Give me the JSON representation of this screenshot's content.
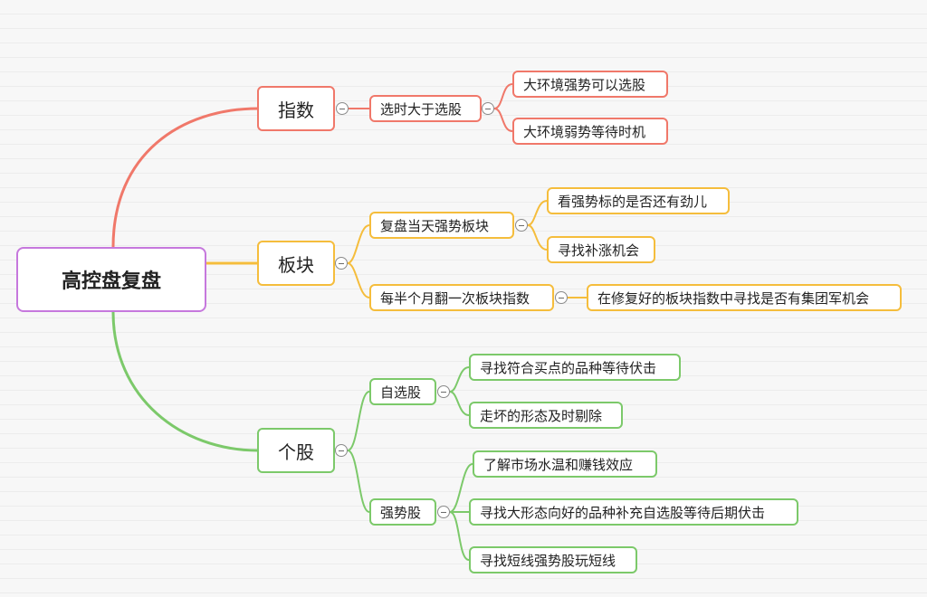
{
  "root": {
    "label": "高控盘复盘"
  },
  "colors": {
    "index": "#f0786a",
    "sector": "#f5bd3c",
    "stock": "#7cc96a",
    "root": "#c678dd"
  },
  "branches": {
    "index": {
      "label": "指数",
      "timing": {
        "label": "选时大于选股",
        "items": [
          "大环境强势可以选股",
          "大环境弱势等待时机"
        ]
      }
    },
    "sector": {
      "label": "板块",
      "review": {
        "label": "复盘当天强势板块",
        "items": [
          "看强势标的是否还有劲儿",
          "寻找补涨机会"
        ]
      },
      "double": {
        "label": "每半个月翻一次板块指数",
        "items": [
          "在修复好的板块指数中寻找是否有集团军机会"
        ]
      }
    },
    "stock": {
      "label": "个股",
      "watchlist": {
        "label": "自选股",
        "items": [
          "寻找符合买点的品种等待伏击",
          "走坏的形态及时剔除"
        ]
      },
      "strong": {
        "label": "强势股",
        "items": [
          "了解市场水温和赚钱效应",
          "寻找大形态向好的品种补充自选股等待后期伏击",
          "寻找短线强势股玩短线"
        ]
      }
    }
  }
}
